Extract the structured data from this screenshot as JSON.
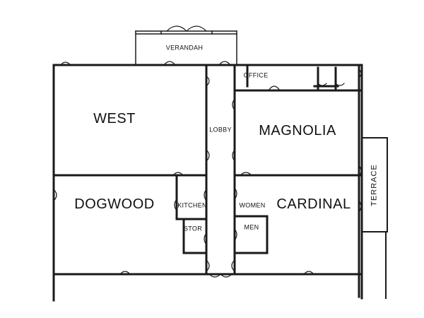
{
  "floor_plan": {
    "rooms": {
      "verandah": "VERANDAH",
      "office": "OFFICE",
      "west": "WEST",
      "lobby": "LOBBY",
      "magnolia": "MAGNOLIA",
      "dogwood": "DOGWOOD",
      "kitchen": "KITCHEN",
      "stor": "STOR",
      "women": "WOMEN",
      "men": "MEN",
      "cardinal": "CARDINAL",
      "terrace": "TERRACE"
    },
    "colors": {
      "ink": "#1a1a1a",
      "background": "#ffffff"
    }
  }
}
